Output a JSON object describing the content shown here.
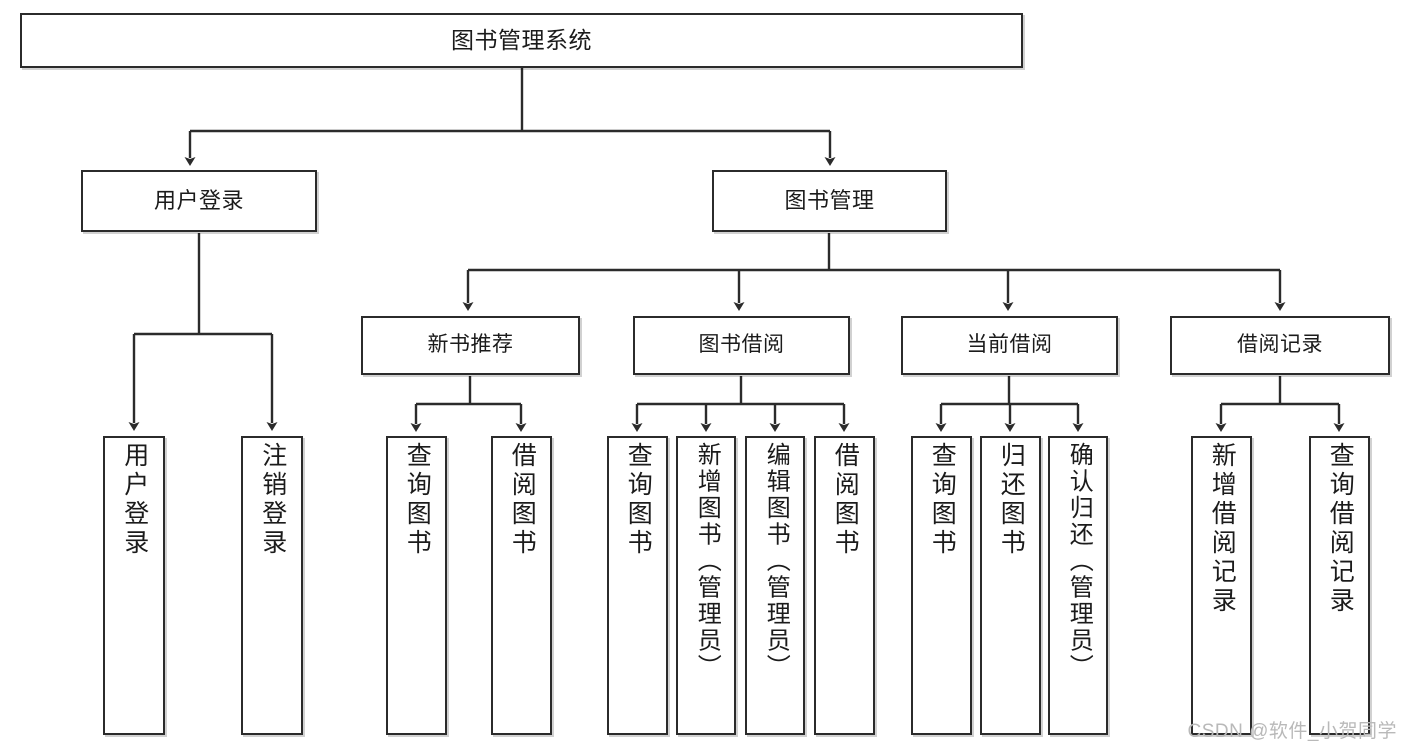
{
  "diagram": {
    "type": "tree-hierarchy-chart",
    "title": "图书管理系统",
    "root": {
      "label": "图书管理系统"
    },
    "tier2": [
      {
        "label": "用户登录"
      },
      {
        "label": "图书管理"
      }
    ],
    "tier3": [
      {
        "label": "新书推荐"
      },
      {
        "label": "图书借阅"
      },
      {
        "label": "当前借阅"
      },
      {
        "label": "借阅记录"
      }
    ],
    "leaves": {
      "user_login": [
        {
          "label": "用户登录"
        },
        {
          "label": "注销登录"
        }
      ],
      "new_book_recommend": [
        {
          "label": "查询图书"
        },
        {
          "label": "借阅图书"
        }
      ],
      "book_borrow": [
        {
          "label": "查询图书"
        },
        {
          "label": "新增图书（管理员）"
        },
        {
          "label": "编辑图书（管理员）"
        },
        {
          "label": "借阅图书"
        }
      ],
      "current_borrow": [
        {
          "label": "查询图书"
        },
        {
          "label": "归还图书"
        },
        {
          "label": "确认归还（管理员）"
        }
      ],
      "borrow_record": [
        {
          "label": "新增借阅记录"
        },
        {
          "label": "查询借阅记录"
        }
      ]
    },
    "watermark": "CSDN @软件_小贺同学",
    "colors": {
      "stroke": "#2b2b2b",
      "fill": "#ffffff",
      "text": "#1b1b1b",
      "watermark": "#b9b9b9"
    }
  }
}
